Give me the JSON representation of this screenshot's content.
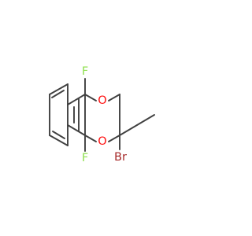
{
  "molecule": {
    "atoms": {
      "f_top": {
        "symbol": "F",
        "color": "#90e050"
      },
      "o_ring_top": {
        "symbol": "O",
        "color": "#ff0d0d"
      },
      "o_ring_bottom": {
        "symbol": "O",
        "color": "#ff0d0d"
      },
      "br": {
        "symbol": "Br",
        "color": "#a62929"
      },
      "f_bottom": {
        "symbol": "F",
        "color": "#90e050"
      }
    },
    "bond_color": "#404040",
    "background": "#ffffff"
  }
}
